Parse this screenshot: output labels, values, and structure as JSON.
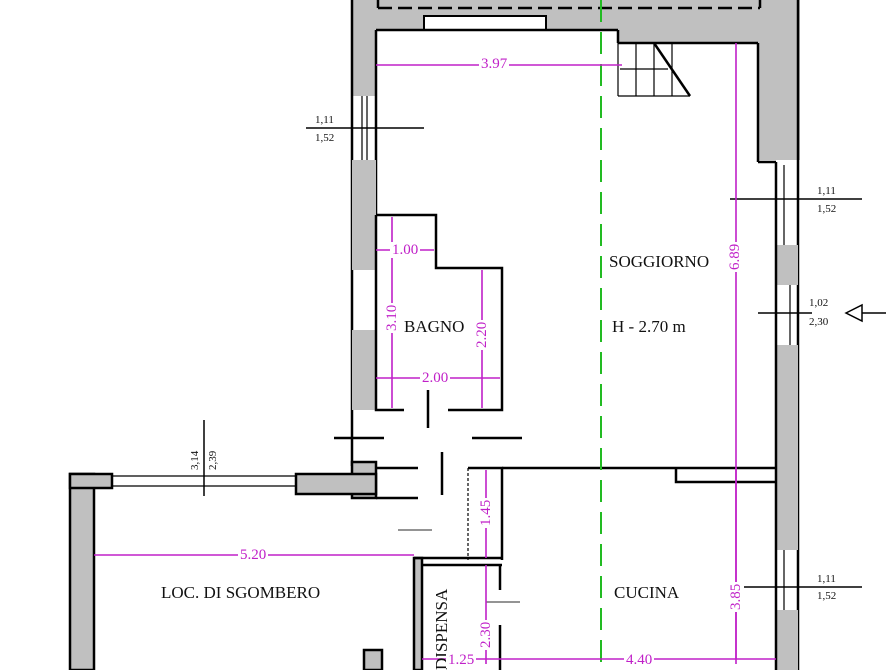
{
  "plan": {
    "colors": {
      "wall_fill": "#c0c0c0",
      "dimension": "#c020c8",
      "section_axis": "#22bb22",
      "line": "#000000"
    },
    "rooms": [
      {
        "id": "soggiorno",
        "label": "SOGGIORNO"
      },
      {
        "id": "bagno",
        "label": "BAGNO"
      },
      {
        "id": "loc-sgombero",
        "label": "LOC. DI SGOMBERO"
      },
      {
        "id": "dispensa",
        "label": "DISPENSA"
      },
      {
        "id": "cucina",
        "label": "CUCINA"
      }
    ],
    "height_note": "H - 2.70 m",
    "dimensions": {
      "soggiorno_width": "3.97",
      "soggiorno_length": "6.89",
      "bagno_top": "1.00",
      "bagno_left": "3.10",
      "bagno_right": "2.20",
      "bagno_bottom": "2.00",
      "corridor": "1.45",
      "sgombero_width": "5.20",
      "dispensa_width": "1.25",
      "dispensa_length": "2.30",
      "cucina_width": "4.40",
      "cucina_length": "3.85"
    },
    "windows": [
      {
        "id": "w-left-top",
        "top": "1,11",
        "bottom": "1,52"
      },
      {
        "id": "w-right-top",
        "top": "1,11",
        "bottom": "1,52"
      },
      {
        "id": "w-right-door",
        "top": "1,02",
        "bottom": "2,30"
      },
      {
        "id": "w-sgombero",
        "top": "3,14",
        "bottom": "2,39"
      },
      {
        "id": "w-right-bottom",
        "top": "1,11",
        "bottom": "1,52"
      }
    ],
    "entrance_icon": "arrow-left-triangle"
  }
}
